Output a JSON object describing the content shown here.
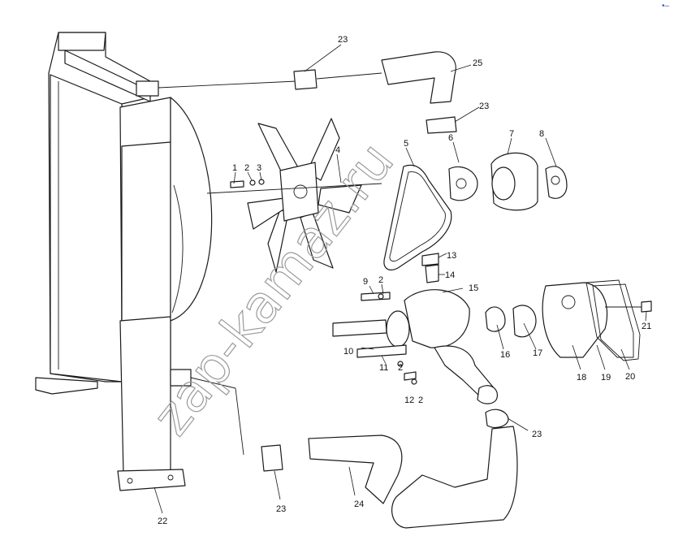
{
  "watermark": "zap-kamaz.ru",
  "corner_mark": "•–",
  "callouts": {
    "c1": "1",
    "c2a": "2",
    "c3": "3",
    "c4": "4",
    "c5": "5",
    "c6": "6",
    "c7": "7",
    "c8": "8",
    "c9": "9",
    "c2b": "2",
    "c10": "10",
    "c11": "11",
    "c2c": "2",
    "c12": "12",
    "c2d": "2",
    "c13": "13",
    "c14": "14",
    "c15": "15",
    "c16": "16",
    "c17": "17",
    "c18": "18",
    "c19": "19",
    "c20": "20",
    "c21": "21",
    "c22": "22",
    "c23a": "23",
    "c23b": "23",
    "c23c": "23",
    "c23d": "23",
    "c24": "24",
    "c25": "25"
  }
}
